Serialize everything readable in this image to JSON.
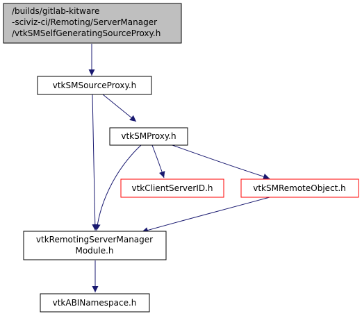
{
  "colors": {
    "edge": "#191970",
    "root_fill": "#bfbfbf",
    "root_border": "#000000",
    "node_fill": "#ffffff",
    "node_border": "#000000",
    "external_border": "#ff0000"
  },
  "nodes": {
    "root": {
      "lines": [
        "/builds/gitlab-kitware",
        "-sciviz-ci/Remoting/ServerManager",
        "/vtkSMSelfGeneratingSourceProxy.h"
      ]
    },
    "source_proxy": {
      "lines": [
        "vtkSMSourceProxy.h"
      ]
    },
    "proxy": {
      "lines": [
        "vtkSMProxy.h"
      ]
    },
    "client_server_id": {
      "lines": [
        "vtkClientServerID.h"
      ]
    },
    "remote_object": {
      "lines": [
        "vtkSMRemoteObject.h"
      ]
    },
    "module": {
      "lines": [
        "vtkRemotingServerManager",
        "Module.h"
      ]
    },
    "abi_namespace": {
      "lines": [
        "vtkABINamespace.h"
      ]
    }
  },
  "edges": [
    {
      "from": "root",
      "to": "source_proxy"
    },
    {
      "from": "source_proxy",
      "to": "proxy"
    },
    {
      "from": "source_proxy",
      "to": "module"
    },
    {
      "from": "proxy",
      "to": "client_server_id"
    },
    {
      "from": "proxy",
      "to": "remote_object"
    },
    {
      "from": "proxy",
      "to": "module"
    },
    {
      "from": "remote_object",
      "to": "module"
    },
    {
      "from": "module",
      "to": "abi_namespace"
    }
  ]
}
